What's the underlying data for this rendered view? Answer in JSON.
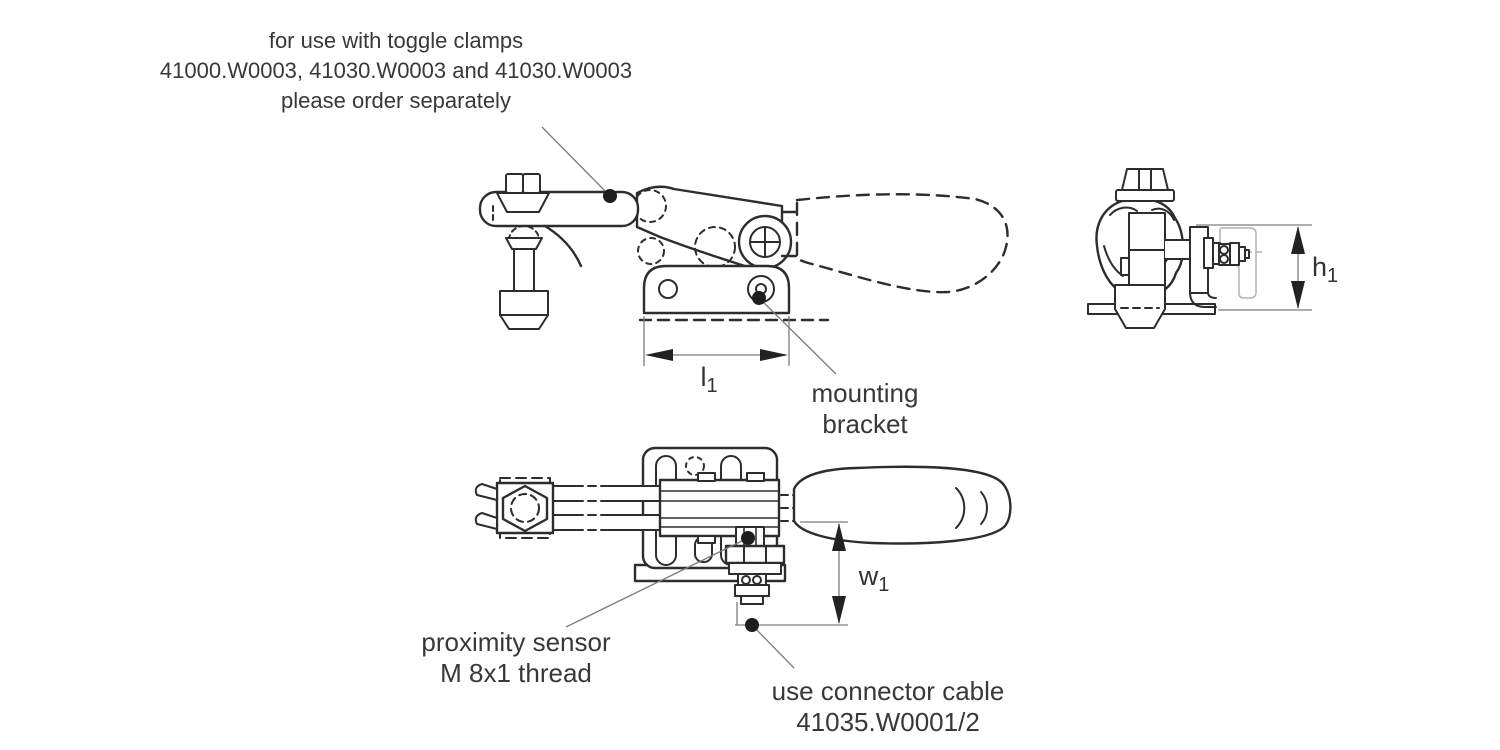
{
  "page": {
    "background": "#ffffff"
  },
  "colors": {
    "line": "#2d2d2d",
    "thin_line": "#7c7c7c",
    "gray_outline": "#b4b4b4",
    "text": "#383838"
  },
  "annotations": {
    "toggle_clamps_note": {
      "line1": "for use with toggle clamps",
      "line2": "41000.W0003, 41030.W0003 and 41030.W0003",
      "line3": "please order separately"
    },
    "mounting_bracket": {
      "line1": "mounting",
      "line2": "bracket"
    },
    "proximity_sensor": {
      "line1": "proximity sensor",
      "line2": "M 8x1 thread"
    },
    "connector_cable": {
      "line1": "use connector cable",
      "line2": "41035.W0001/2"
    }
  },
  "dimensions": {
    "l1": {
      "base": "l",
      "sub": "1"
    },
    "h1": {
      "base": "h",
      "sub": "1"
    },
    "w1": {
      "base": "w",
      "sub": "1"
    }
  }
}
